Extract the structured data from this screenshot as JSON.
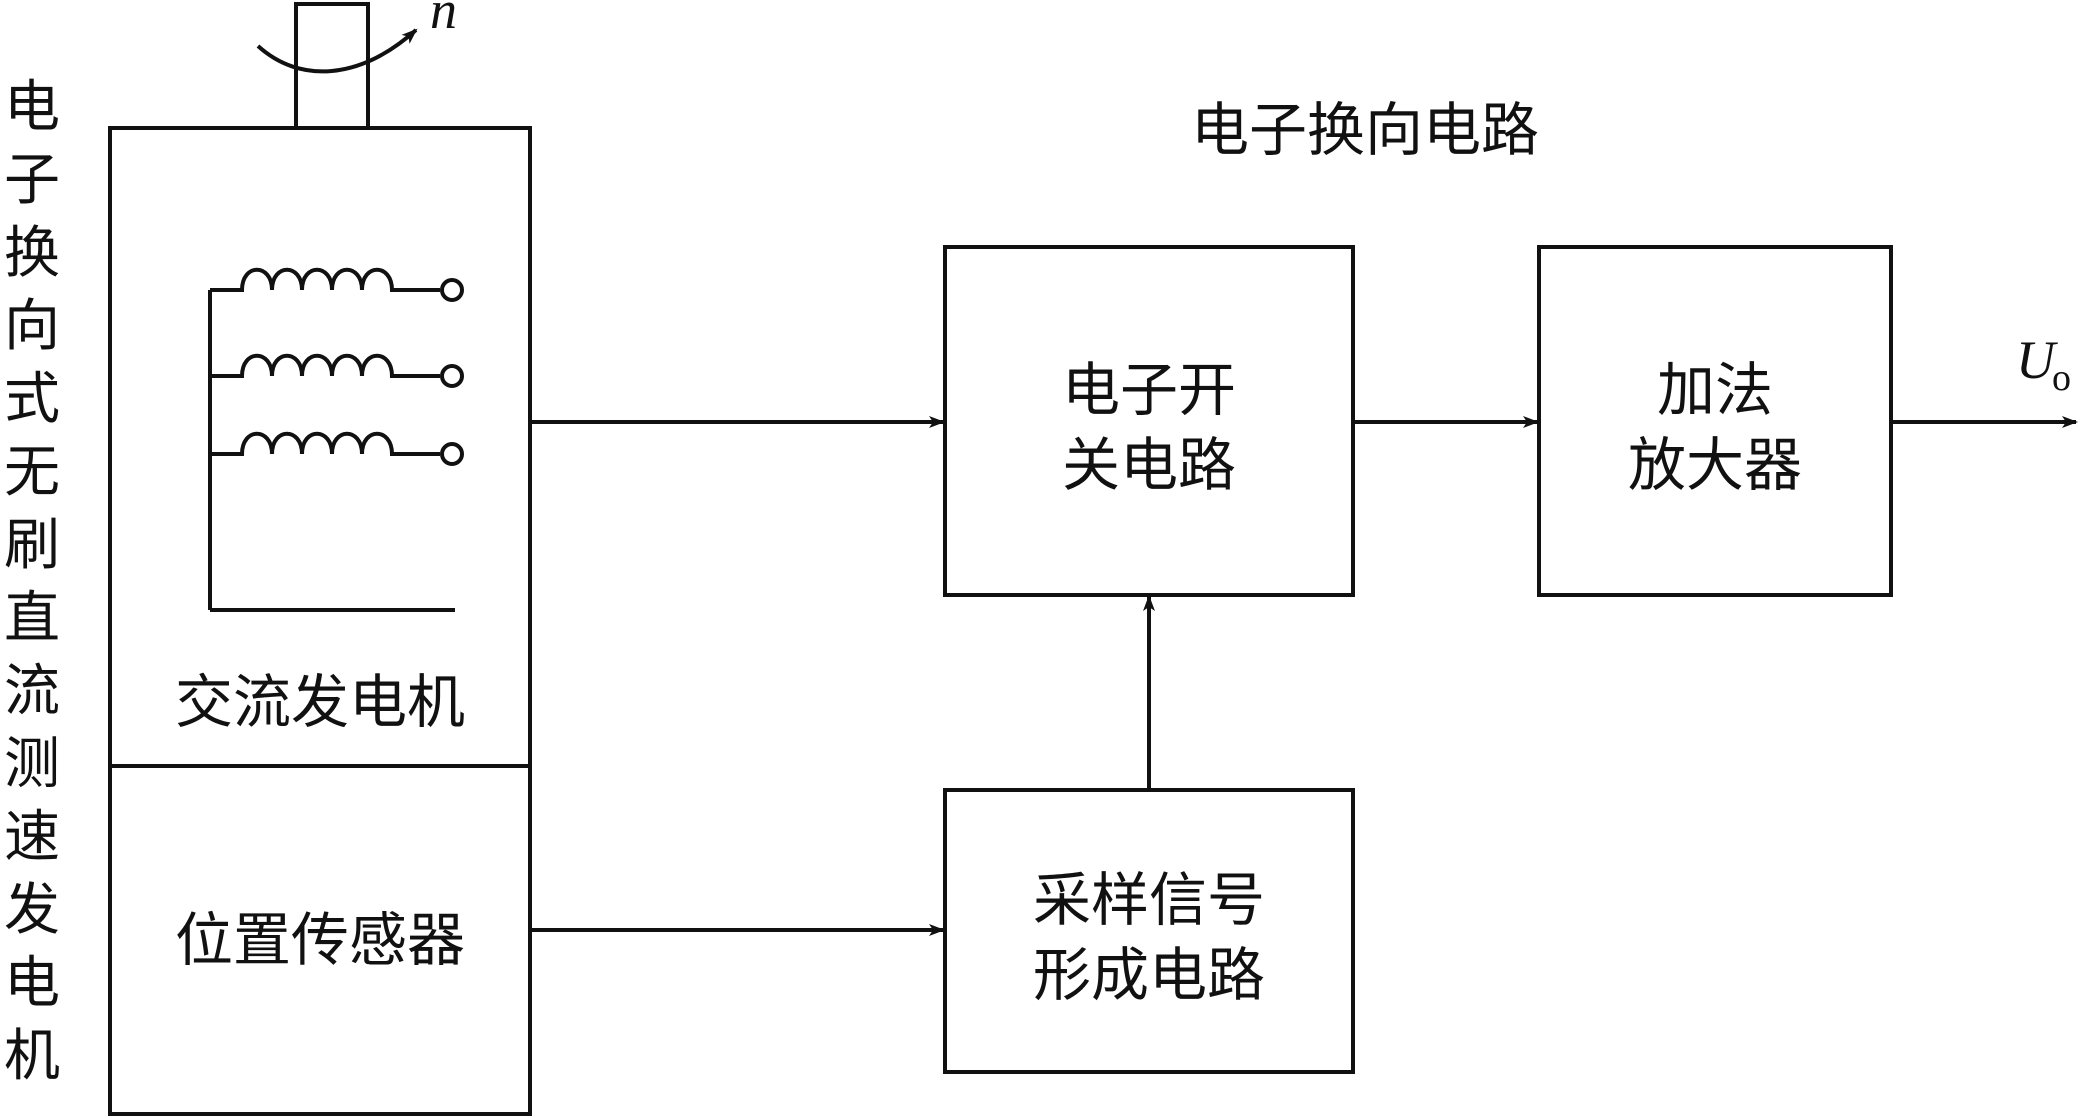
{
  "vertical_label": [
    "电",
    "子",
    "换",
    "向",
    "式",
    "无",
    "刷",
    "直",
    "流",
    "测",
    "速",
    "发",
    "电",
    "机"
  ],
  "rotation_label": "n",
  "circuit_title": "电子换向电路",
  "generator": {
    "alternator_label": "交流发电机",
    "position_sensor_label": "位置传感器"
  },
  "blocks": {
    "electronic_switch": [
      "电子开",
      "关电路"
    ],
    "adder_amplifier": [
      "加法",
      "放大器"
    ],
    "sampling_signal": [
      "采样信号",
      "形成电路"
    ]
  },
  "output": {
    "symbol": "U",
    "subscript": "o"
  }
}
